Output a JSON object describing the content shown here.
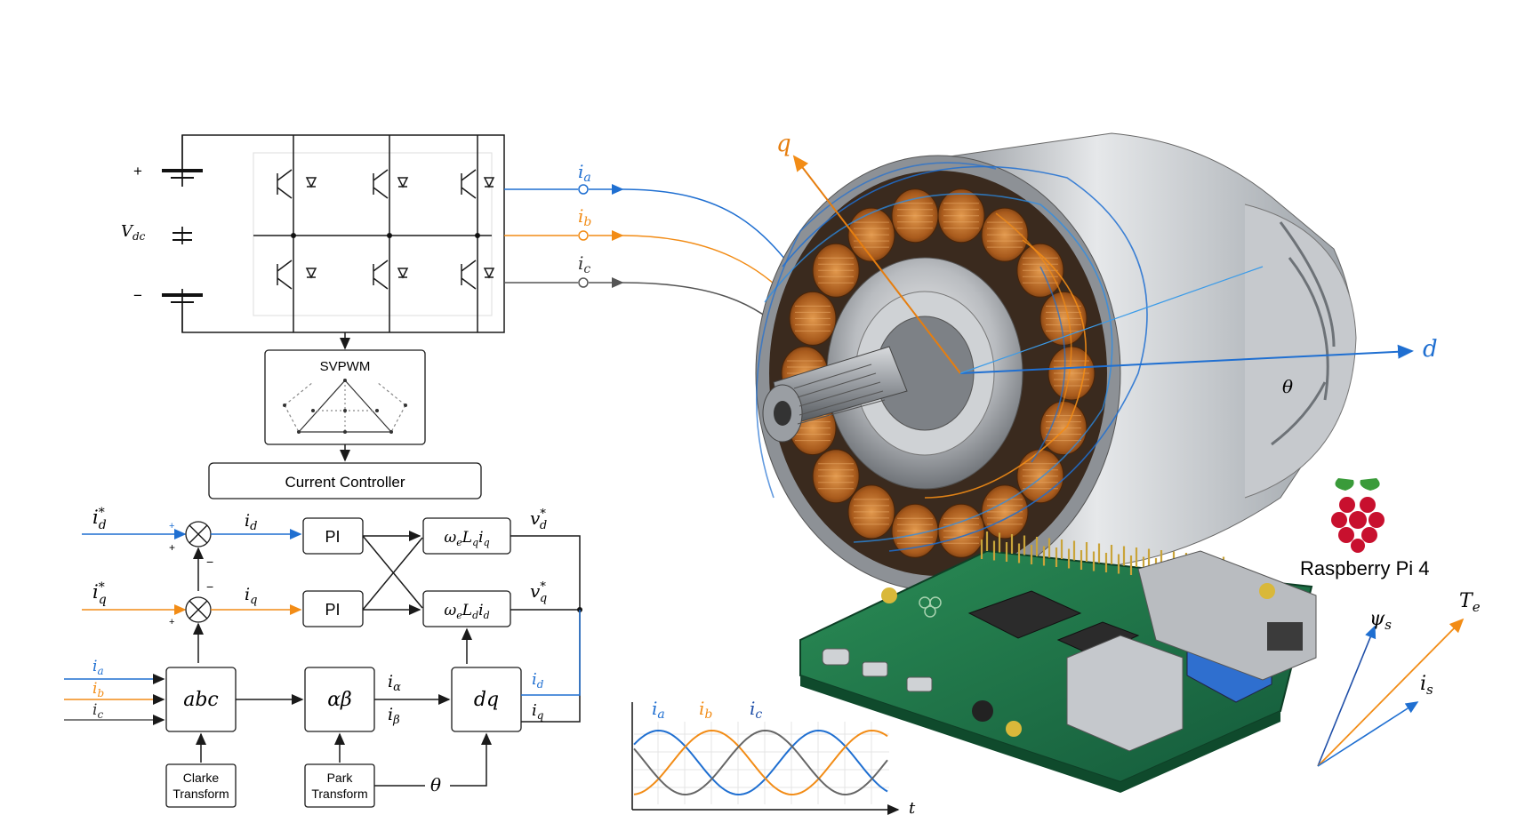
{
  "inverter": {
    "dc_label": "V",
    "dc_sub": "dc",
    "plus": "+",
    "minus": "−",
    "outputs": [
      {
        "label": "i",
        "sub": "a",
        "color": "#1f6fd1"
      },
      {
        "label": "i",
        "sub": "b",
        "color": "#f28c16"
      },
      {
        "label": "i",
        "sub": "c",
        "color": "#555555"
      }
    ]
  },
  "svpwm": {
    "label": "SVPWM"
  },
  "current_controller": {
    "label": "Current Controller"
  },
  "control": {
    "id_ref": "i",
    "id_ref_sub": "d",
    "iq_ref": "i",
    "iq_ref_sub": "q",
    "ref_star": "*",
    "id": "i",
    "id_sub": "d",
    "iq": "i",
    "iq_sub": "q",
    "pi1": "PI",
    "pi2": "PI",
    "decoup1": "ωₑL_q i_q",
    "decoup2": "ωₑL_d i_d",
    "vd": "v",
    "vd_sub": "d",
    "vq": "v",
    "vq_sub": "q",
    "plus": "+",
    "minus": "−",
    "abc": "abc",
    "alphabeta": "αβ",
    "dq": "dq",
    "i_alpha": "i",
    "i_alpha_sub": "α",
    "i_beta": "i",
    "i_beta_sub": "β",
    "id_out": "i",
    "id_out_sub": "d",
    "iq_out": "i",
    "iq_out_sub": "q",
    "theta": "θ",
    "clarke_line1": "Clarke",
    "clarke_line2": "Transform",
    "park_line1": "Park",
    "park_line2": "Transform",
    "inputs": [
      {
        "label": "i",
        "sub": "a"
      },
      {
        "label": "i",
        "sub": "b"
      },
      {
        "label": "i",
        "sub": "c"
      }
    ]
  },
  "motor": {
    "q_axis": "q",
    "d_axis": "d",
    "theta": "θ"
  },
  "raspberry": {
    "label": "Raspberry Pi 4"
  },
  "vectors": {
    "psi": "ψ",
    "psi_sub": "s",
    "torque": "T",
    "torque_sub": "e",
    "current": "i",
    "current_sub": "s"
  },
  "waveform": {
    "labels": [
      {
        "label": "i",
        "sub": "a"
      },
      {
        "label": "i",
        "sub": "b"
      },
      {
        "label": "i",
        "sub": "c"
      }
    ],
    "t_axis": "t"
  },
  "colors": {
    "blue": "#1f6fd1",
    "orange": "#f28c16",
    "gray": "#555555",
    "raspberry_red": "#c8102e",
    "raspberry_leaf": "#3a9b3a",
    "pcb_green": "#1f7a46",
    "copper": "#b8651f"
  }
}
